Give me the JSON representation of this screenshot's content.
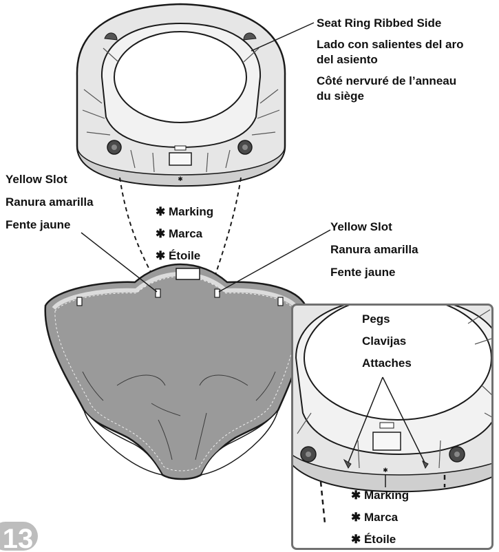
{
  "labels": {
    "seat_ring_ribbed_side": [
      "Seat Ring Ribbed Side",
      "Lado con salientes del aro",
      "del asiento",
      "Côté nervuré de l’anneau",
      "du siège"
    ],
    "yellow_slot_left": [
      "Yellow Slot",
      "Ranura amarilla",
      "Fente jaune"
    ],
    "yellow_slot_right": [
      "Yellow Slot",
      "Ranura amarilla",
      "Fente jaune"
    ],
    "marking_center": [
      "✱ Marking",
      "✱ Marca",
      "✱ Étoile"
    ],
    "pegs": [
      "Pegs",
      "Clavijas",
      "Attaches"
    ],
    "marking_inset": [
      "✱ Marking",
      "✱ Marca",
      "✱ Étoile"
    ]
  },
  "step_number": "13",
  "colors": {
    "line": "#1a1a1a",
    "pad_fill": "#9a9a9a",
    "pad_edge": "#d8d8d8",
    "ring_light": "#ebebeb",
    "ring_mid": "#c9c9c9",
    "ring_dark": "#8e8e8e",
    "inset_border": "#707070",
    "step_fill": "#bdbdbd"
  }
}
